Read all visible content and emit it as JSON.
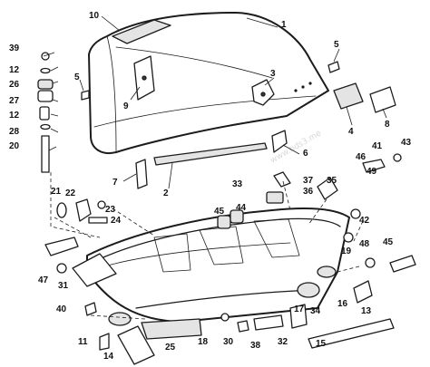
{
  "colors": {
    "line": "#1c1c1c",
    "label": "#111111",
    "paper": "#ffffff"
  },
  "watermark": "www.bds3.me",
  "callouts": {
    "c1": "1",
    "c2": "2",
    "c3": "3",
    "c4": "4",
    "c5a": "5",
    "c5b": "5",
    "c6": "6",
    "c7": "7",
    "c8": "8",
    "c9": "9",
    "c10": "10",
    "c11": "11",
    "c12a": "12",
    "c12b": "12",
    "c13": "13",
    "c14": "14",
    "c15": "15",
    "c16": "16",
    "c17": "17",
    "c18": "18",
    "c19": "19",
    "c20": "20",
    "c21": "21",
    "c22": "22",
    "c23": "23",
    "c24": "24",
    "c25": "25",
    "c26": "26",
    "c27": "27",
    "c28": "28",
    "c30": "30",
    "c31": "31",
    "c32": "32",
    "c33": "33",
    "c34": "34",
    "c35": "35",
    "c36": "36",
    "c37": "37",
    "c38": "38",
    "c39": "39",
    "c40": "40",
    "c41": "41",
    "c42": "42",
    "c43": "43",
    "c44": "44",
    "c45a": "45",
    "c45b": "45",
    "c46": "46",
    "c47": "47",
    "c48": "48",
    "c49": "49"
  }
}
